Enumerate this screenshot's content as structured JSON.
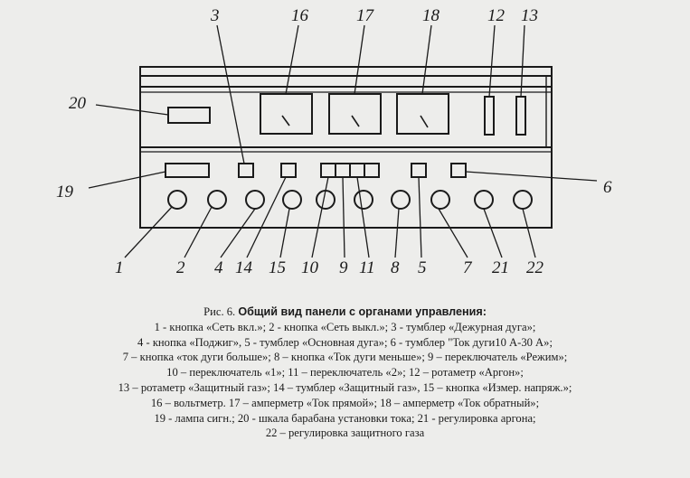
{
  "callouts": {
    "n1": "1",
    "n2": "2",
    "n3": "3",
    "n4": "4",
    "n5": "5",
    "n6": "6",
    "n7": "7",
    "n8": "8",
    "n9": "9",
    "n10": "10",
    "n11": "11",
    "n12": "12",
    "n13": "13",
    "n14": "14",
    "n15": "15",
    "n16": "16",
    "n17": "17",
    "n18": "18",
    "n19": "19",
    "n20": "20",
    "n21": "21",
    "n22": "22"
  },
  "caption": {
    "fig_label": "Рис. 6.",
    "title": "Общий вид панели с органами управления:",
    "lines": [
      "1 - кнопка «Сеть вкл.»; 2 - кнопка «Сеть выкл.»; 3 - тумблер «Дежурная дуга»;",
      "4 - кнопка «Поджиг», 5 - тумблер «Основная дуга»; 6 - тумблер \"Ток дуги10 А-30 А»;",
      "7 – кнопка «ток дуги больше»; 8 – кнопка «Ток дуги меньше»; 9 – переключатель «Режим»;",
      "10 – переключатель «1»; 11 – переключатель «2»; 12 – ротаметр «Аргон»;",
      "13 – ротаметр «Защитный газ»; 14 – тумблер «Защитный газ», 15 – кнопка «Измер. напряж.»;",
      "16 – вольтметр. 17 – амперметр «Ток прямой»; 18 – амперметр «Ток обратный»;",
      "19 - лампа сигн.; 20 - шкала барабана установки тока; 21 - регулировка аргона;",
      "22 – регулировка защитного газа"
    ]
  }
}
